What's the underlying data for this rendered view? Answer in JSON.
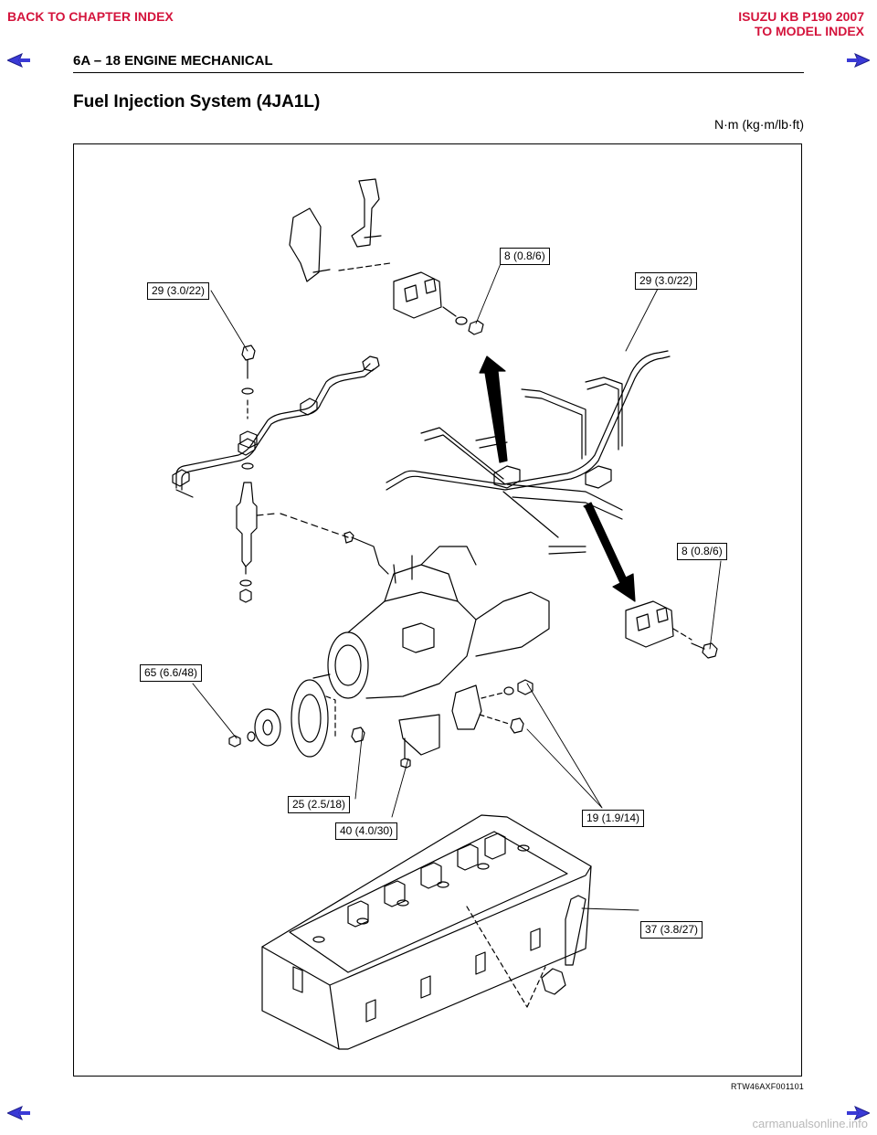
{
  "nav": {
    "back_chapter": "BACK TO CHAPTER INDEX",
    "model_name": "ISUZU KB P190 2007",
    "model_index": "TO MODEL INDEX"
  },
  "header": {
    "title": "6A – 18  ENGINE MECHANICAL"
  },
  "section": {
    "title": "Fuel Injection System (4JA1L)",
    "units": "N·m (kg·m/lb·ft)"
  },
  "torque_labels": [
    "8 (0.8/6)",
    "29 (3.0/22)",
    "29 (3.0/22)",
    "8 (0.8/6)",
    "65 (6.6/48)",
    "25 (2.5/18)",
    "40 (4.0/30)",
    "19 (1.9/14)",
    "37 (3.8/27)"
  ],
  "figure_code": "RTW46AXF001101",
  "watermark": "carmanualsonline.info",
  "colors": {
    "nav_link": "#d4143c",
    "nav_arrow": "#3a3ad6"
  }
}
